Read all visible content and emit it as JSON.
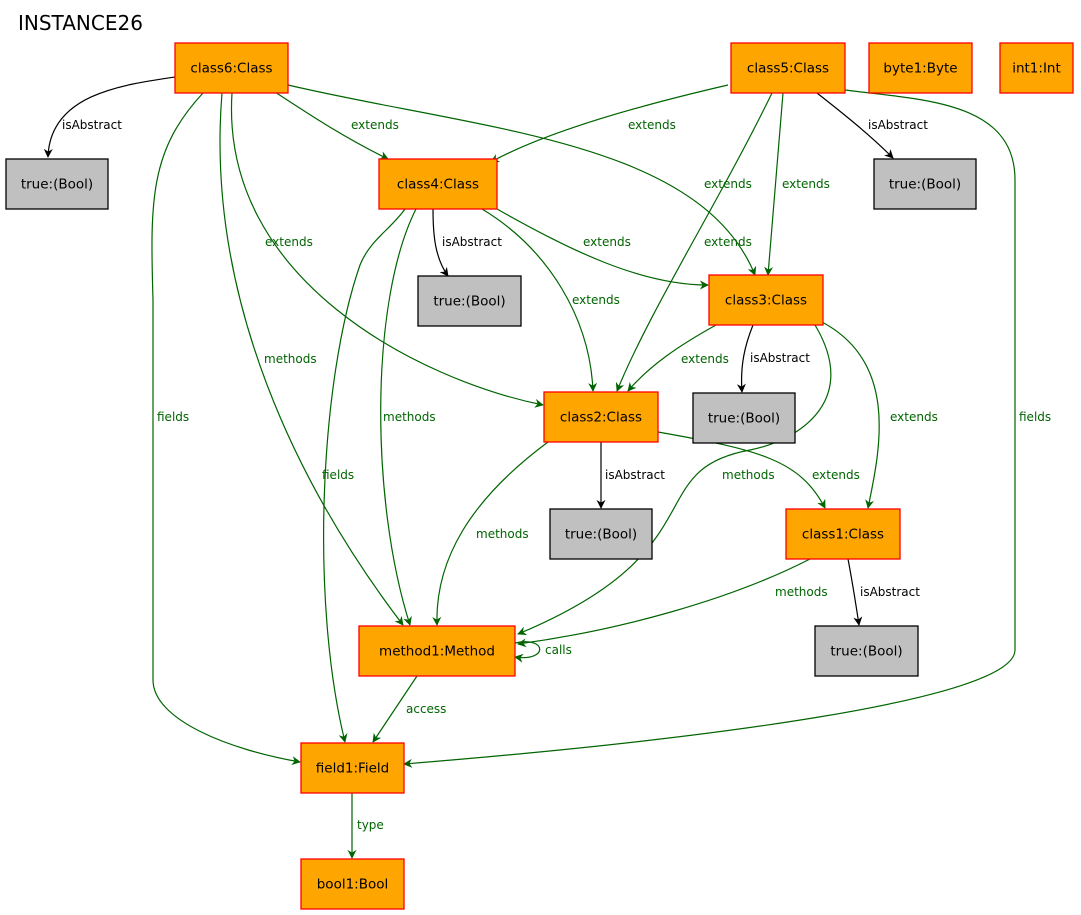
{
  "title": "INSTANCE26",
  "colors": {
    "class_fill": "#FFA500",
    "class_stroke": "#FF0000",
    "value_fill": "#C0C0C0",
    "value_stroke": "#000000",
    "green_edge": "#006400",
    "black_edge": "#000000"
  },
  "nodes": {
    "class6": "class6:Class",
    "class5": "class5:Class",
    "byte1": "byte1:Byte",
    "int1": "int1:Int",
    "class4": "class4:Class",
    "class3": "class3:Class",
    "class2": "class2:Class",
    "class1": "class1:Class",
    "method1": "method1:Method",
    "field1": "field1:Field",
    "bool1": "bool1:Bool",
    "true_c6": "true:(Bool)",
    "true_c5": "true:(Bool)",
    "true_c4": "true:(Bool)",
    "true_c3": "true:(Bool)",
    "true_c2": "true:(Bool)",
    "true_c1": "true:(Bool)"
  },
  "edge_labels": {
    "isAbstract": "isAbstract",
    "extends": "extends",
    "methods": "methods",
    "fields": "fields",
    "calls": "calls",
    "access": "access",
    "type": "type"
  }
}
